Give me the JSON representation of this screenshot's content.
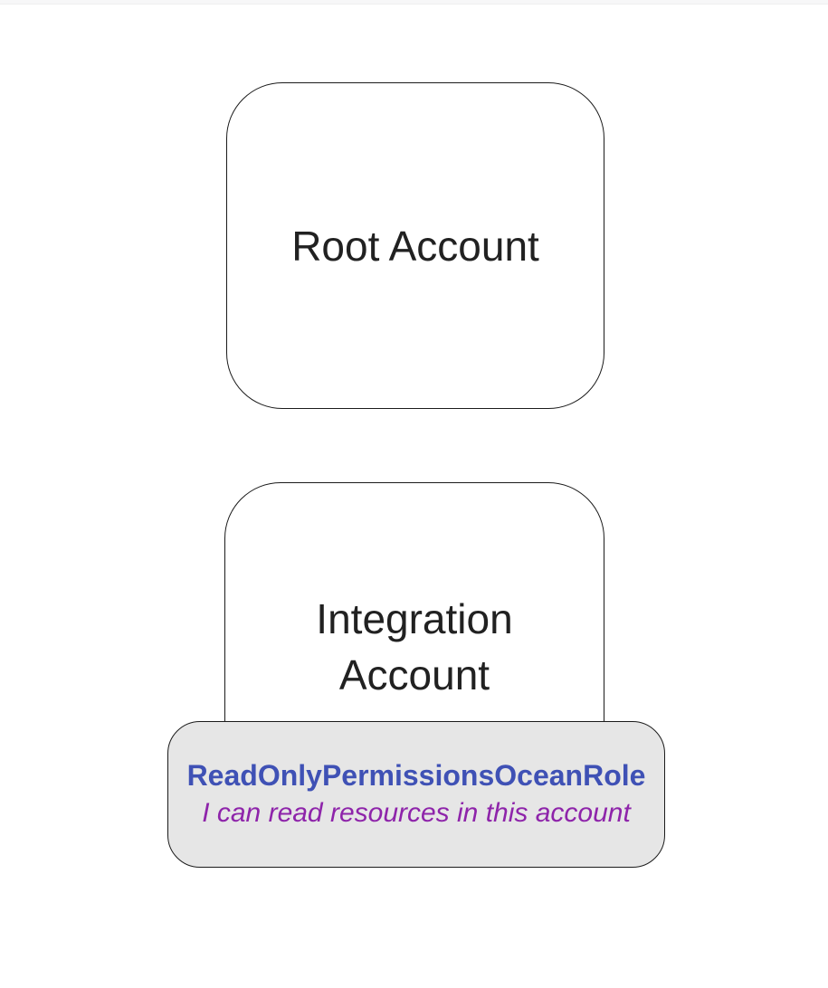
{
  "diagram": {
    "nodes": {
      "root": {
        "label": "Root Account"
      },
      "integration": {
        "label": "Integration\nAccount"
      }
    },
    "note": {
      "title": "ReadOnlyPermissionsOceanRole",
      "subtitle": "I can read resources in this account"
    }
  },
  "colors": {
    "page_background": "#ffffff",
    "node_fill": "#ffffff",
    "node_border": "#1b1b1b",
    "label_text": "#212121",
    "note_fill": "#e6e6e6",
    "note_border": "#1b1b1b",
    "note_title": "#3f51b5",
    "note_subtitle": "#8e24aa"
  }
}
